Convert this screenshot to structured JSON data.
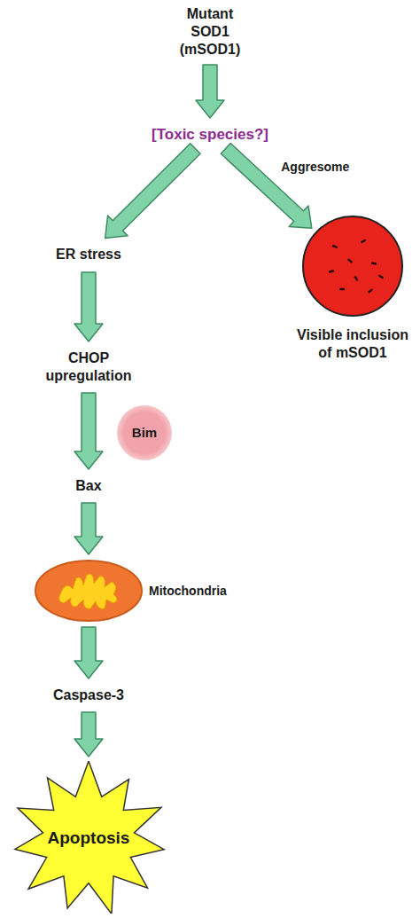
{
  "diagram": {
    "nodes": [
      {
        "text": [
          "Mutant SOD1 (mSOD1)"
        ]
      },
      {
        "text": [
          "[Toxic species?]"
        ]
      },
      {
        "text": [
          "ER stress"
        ]
      },
      {
        "text": [
          "Visible inclusion of mSOD1"
        ]
      },
      {
        "text": [
          "CHOP upregulation"
        ]
      },
      {
        "text": [
          "Bim"
        ]
      },
      {
        "text": [
          "Bax"
        ]
      },
      {
        "text": [
          "Mitochondria"
        ]
      },
      {
        "text": [
          "Caspase-3"
        ]
      },
      {
        "text": [
          "Apoptosis"
        ]
      }
    ],
    "edges": [
      {
        "from": 0,
        "to": 1,
        "arrow": "to"
      },
      {
        "from": 1,
        "to": 2,
        "arrow": "to"
      },
      {
        "from": 1,
        "to": 3,
        "label": "Aggresome",
        "arrow": "to"
      },
      {
        "from": 2,
        "to": 4,
        "arrow": "to"
      },
      {
        "from": 4,
        "to": 6,
        "arrow": "to"
      },
      {
        "from": 6,
        "to": 7,
        "arrow": "to"
      },
      {
        "from": 7,
        "to": 8,
        "arrow": "to"
      },
      {
        "from": 8,
        "to": 9,
        "arrow": "to"
      }
    ]
  }
}
